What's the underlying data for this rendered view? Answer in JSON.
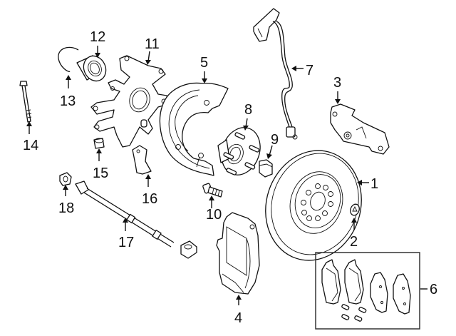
{
  "diagram": {
    "title": "Front brake & suspension exploded parts view",
    "parts": [
      {
        "id": "1",
        "label": "1",
        "name": "brake-rotor"
      },
      {
        "id": "2",
        "label": "2",
        "name": "rotor-retaining-screw"
      },
      {
        "id": "3",
        "label": "3",
        "name": "caliper-support-bracket"
      },
      {
        "id": "4",
        "label": "4",
        "name": "brake-caliper"
      },
      {
        "id": "5",
        "label": "5",
        "name": "splash-shield"
      },
      {
        "id": "6",
        "label": "6",
        "name": "brake-pad-set"
      },
      {
        "id": "7",
        "label": "7",
        "name": "brake-hose"
      },
      {
        "id": "8",
        "label": "8",
        "name": "wheel-hub"
      },
      {
        "id": "9",
        "label": "9",
        "name": "hub-nut"
      },
      {
        "id": "10",
        "label": "10",
        "name": "caliper-bolt"
      },
      {
        "id": "11",
        "label": "11",
        "name": "steering-knuckle"
      },
      {
        "id": "12",
        "label": "12",
        "name": "wheel-bearing"
      },
      {
        "id": "13",
        "label": "13",
        "name": "snap-ring"
      },
      {
        "id": "14",
        "label": "14",
        "name": "knuckle-bolt"
      },
      {
        "id": "15",
        "label": "15",
        "name": "knuckle-nut"
      },
      {
        "id": "16",
        "label": "16",
        "name": "sensor-bracket"
      },
      {
        "id": "17",
        "label": "17",
        "name": "stabilizer-link"
      },
      {
        "id": "18",
        "label": "18",
        "name": "link-nut"
      }
    ]
  }
}
